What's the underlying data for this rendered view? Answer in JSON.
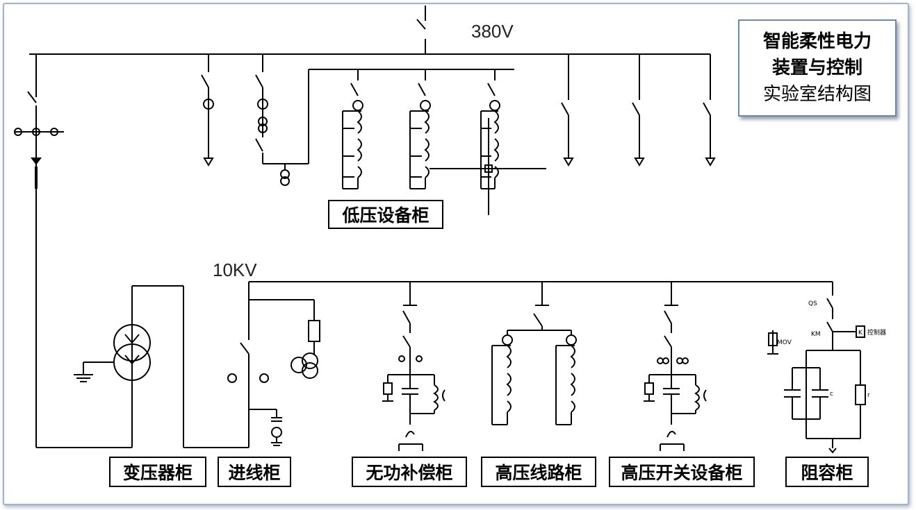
{
  "title": {
    "line1": "智能柔性电力",
    "line2": "装置与控制",
    "line3": "实验室结构图"
  },
  "voltages": {
    "low": "380V",
    "high": "10KV"
  },
  "cabinets": {
    "low_voltage": "低压设备柜",
    "transformer": "变压器柜",
    "incoming": "进线柜",
    "reactive": "无功补偿柜",
    "hv_line": "高压线路柜",
    "hv_switch": "高压开关设备柜",
    "rc": "阻容柜"
  },
  "small_labels": {
    "qs": "QS",
    "km": "KM",
    "mov": "MOV",
    "controller": "控制器",
    "k": "K",
    "c": "c",
    "r": "r"
  }
}
